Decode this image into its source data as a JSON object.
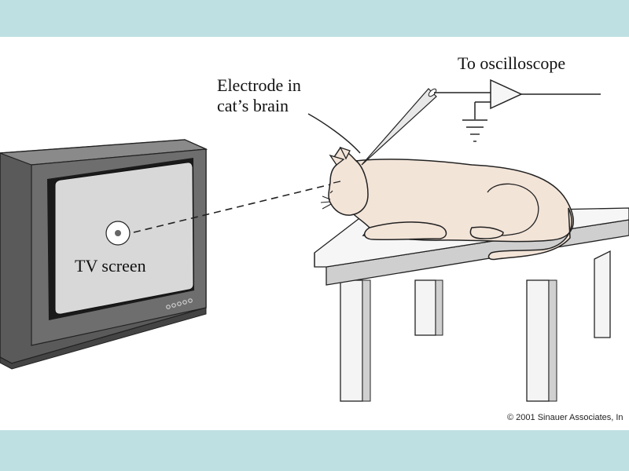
{
  "colors": {
    "band": "#bfe0e3",
    "tv_body": "#6e6e6e",
    "tv_screen": "#d8d8d8",
    "table_top": "#f6f6f6",
    "table_edge": "#cfcfcf",
    "cat_fur": "#f3e4d8",
    "outline": "#222222"
  },
  "labels": {
    "electrode_line1": "Electrode in",
    "electrode_line2": "cat’s brain",
    "oscilloscope": "To oscilloscope",
    "tv_screen": "TV screen",
    "copyright": "© 2001 Sinauer Associates, In"
  }
}
